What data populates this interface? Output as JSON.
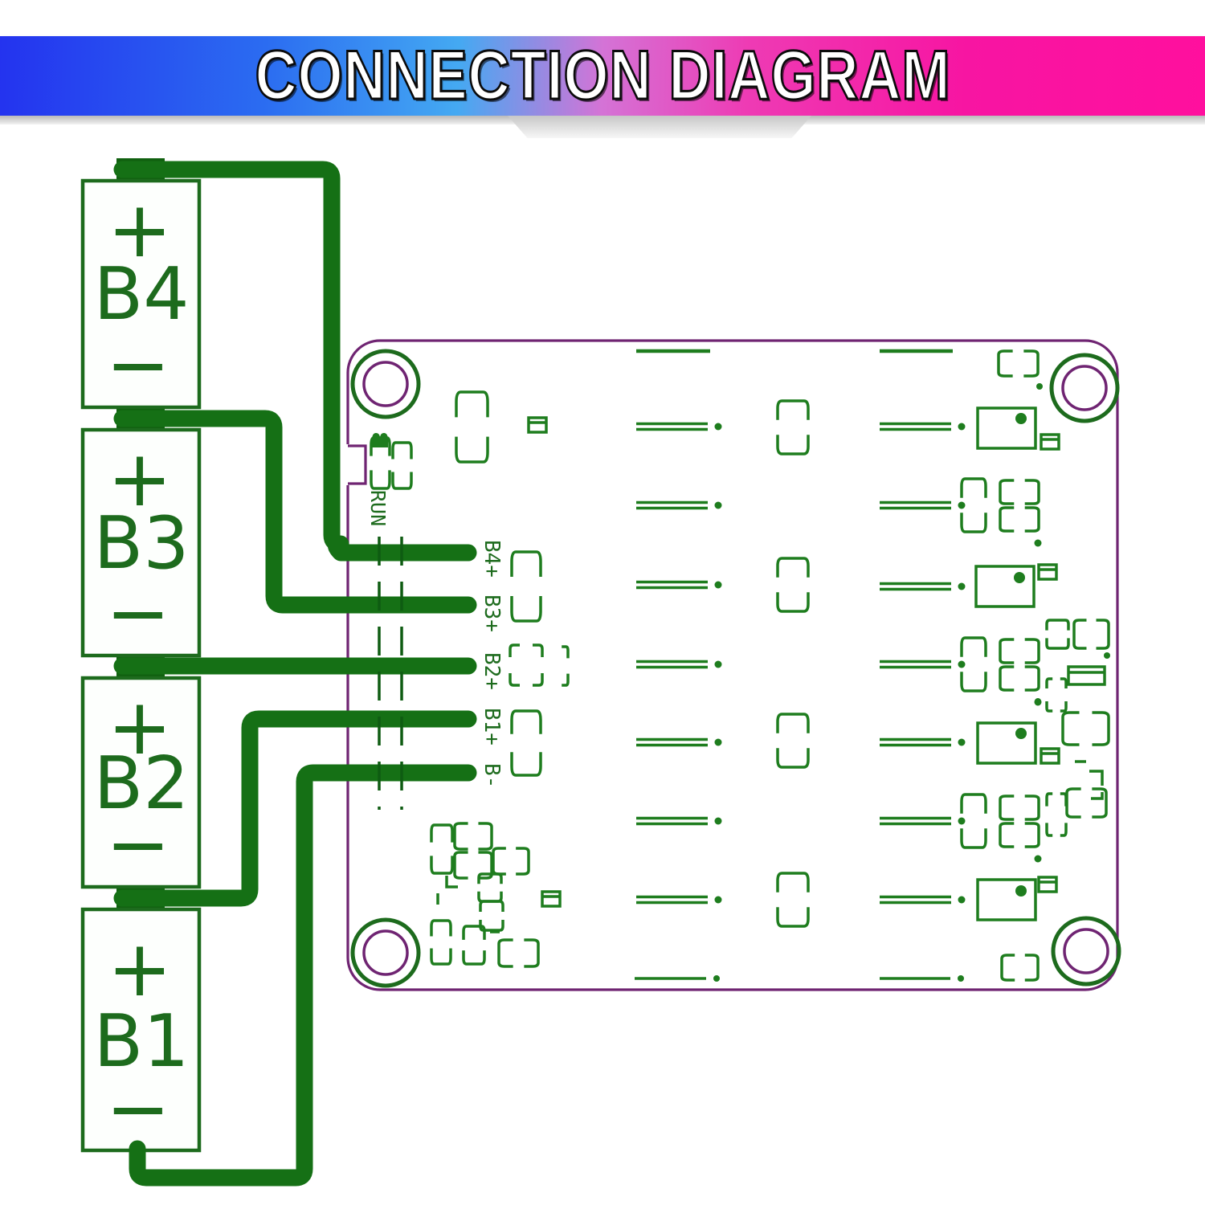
{
  "header": {
    "title": "CONNECTION DIAGRAM"
  },
  "diagram": {
    "batteries": [
      {
        "id": "B4",
        "label": "B4",
        "plus": "+",
        "minus": "−"
      },
      {
        "id": "B3",
        "label": "B3",
        "plus": "+",
        "minus": "−"
      },
      {
        "id": "B2",
        "label": "B2",
        "plus": "+",
        "minus": "−"
      },
      {
        "id": "B1",
        "label": "B1",
        "plus": "+",
        "minus": "−"
      }
    ],
    "board": {
      "run_label": "RUN",
      "pad_labels": [
        "B4+",
        "B3+",
        "B2+",
        "B1+",
        "B-"
      ]
    },
    "colors": {
      "banner_blue": "#2433ef",
      "banner_pink": "#ff0f9e",
      "title_text": "#ffffff",
      "wire_green": "#157015",
      "silk_green": "#1e7d1e",
      "board_outline_purple": "#6f2472"
    }
  }
}
